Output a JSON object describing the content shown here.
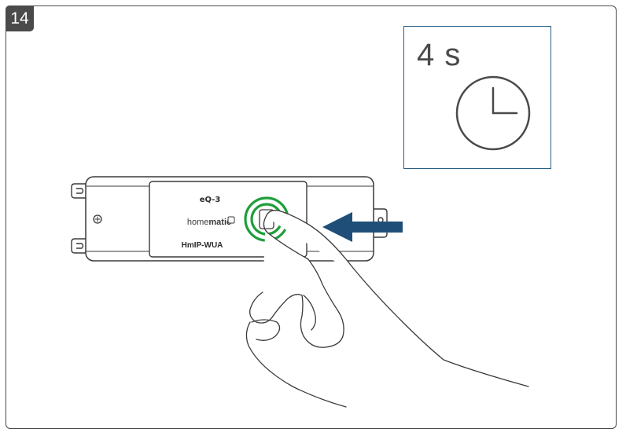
{
  "step": {
    "number": "14"
  },
  "timer": {
    "duration_text": "4 s"
  },
  "device": {
    "logo_text": "eQ-3",
    "brand_prefix": "home",
    "brand_suffix": "matic",
    "model": "HmIP-WUA"
  },
  "colors": {
    "frame": "#4a4a4a",
    "timer_border": "#2a5f86",
    "arrow": "#1f4f78",
    "led_ring": "#1e9e3a",
    "line": "#3a3a3a"
  },
  "icons": {
    "clock": "clock-icon",
    "arrow": "arrow-left-icon",
    "hand": "hand-pressing-icon"
  }
}
